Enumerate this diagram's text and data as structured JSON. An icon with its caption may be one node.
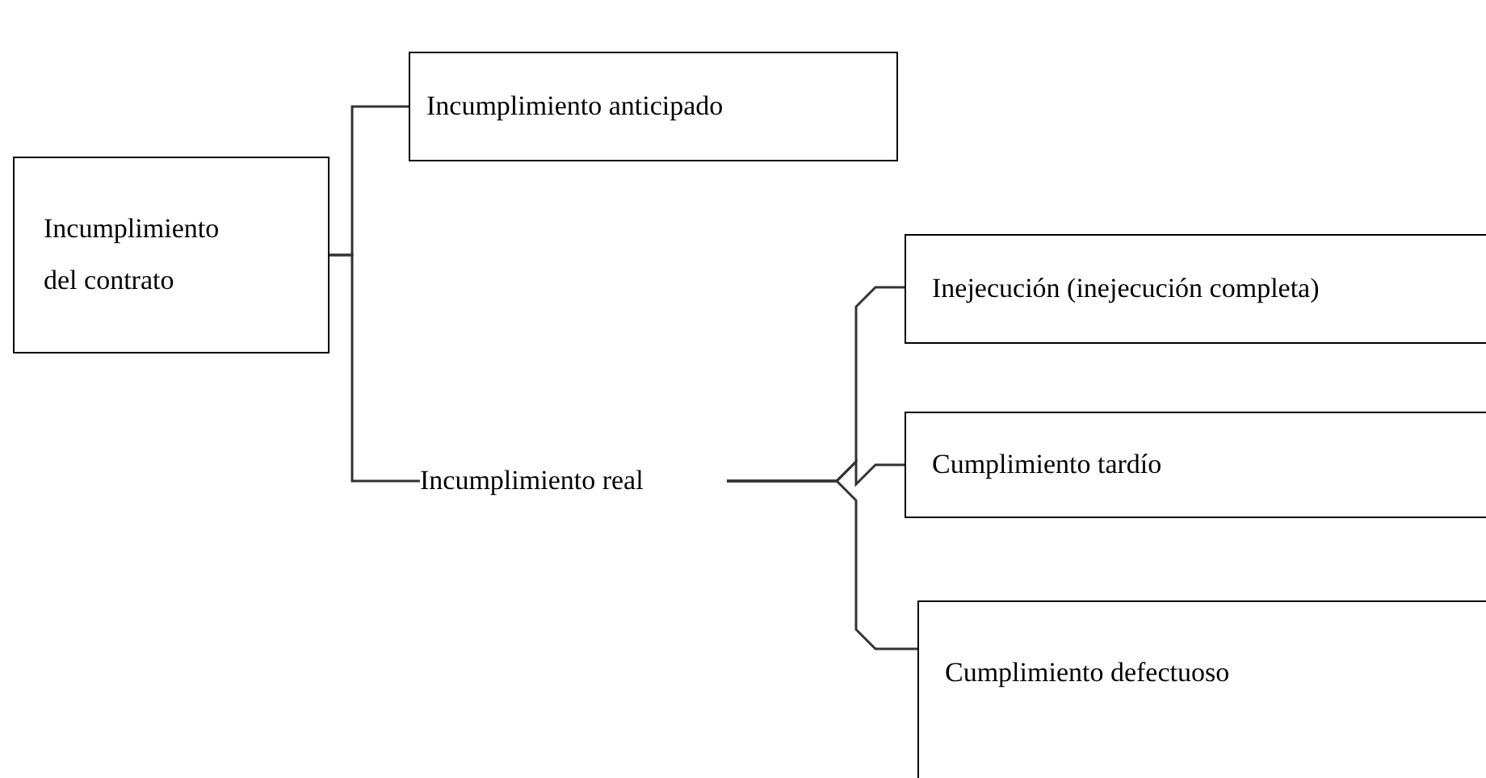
{
  "diagram": {
    "nodes": [
      {
        "text": [
          "Incumplimiento del contrato"
        ]
      },
      {
        "text": [
          "Incumplimiento anticipado"
        ]
      },
      {
        "text": [
          "Incumplimiento real"
        ]
      },
      {
        "text": [
          "Inejecución (inejecución completa)"
        ]
      },
      {
        "text": [
          "Cumplimiento tardío"
        ]
      },
      {
        "text": [
          "Cumplimiento defectuoso"
        ]
      }
    ],
    "edges": [
      {
        "from": 0,
        "to": 1,
        "arrow": "none"
      },
      {
        "from": 0,
        "to": 2,
        "arrow": "none"
      },
      {
        "from": 2,
        "to": 3,
        "arrow": "none"
      },
      {
        "from": 2,
        "to": 4,
        "arrow": "none"
      },
      {
        "from": 2,
        "to": 5,
        "arrow": "none"
      }
    ]
  }
}
